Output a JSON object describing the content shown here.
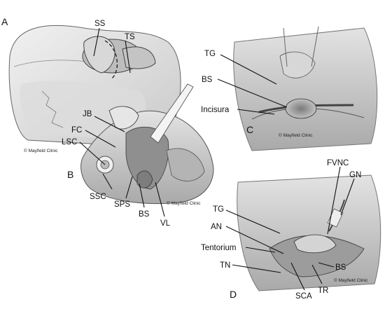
{
  "panels": {
    "A": "A",
    "B": "B",
    "C": "C",
    "D": "D"
  },
  "labels": {
    "ss": "SS",
    "ts": "TS",
    "jb": "JB",
    "fc": "FC",
    "lsc": "LSC",
    "ssc": "SSC",
    "sps": "SPS",
    "bs_b": "BS",
    "vl": "VL",
    "tg_c": "TG",
    "bs_c": "BS",
    "incisura": "Incisura",
    "fvnc": "FVNC",
    "gn": "GN",
    "tg_d": "TG",
    "an": "AN",
    "tentorium": "Tentorium",
    "tn": "TN",
    "bs_d": "BS",
    "sca": "SCA",
    "tr": "TR"
  },
  "credits": {
    "b_left": "© Mayfield Clinic",
    "b_right": "© Mayfield Clinic",
    "c": "© Mayfield Clinic",
    "d": "© Mayfield Clinic"
  }
}
